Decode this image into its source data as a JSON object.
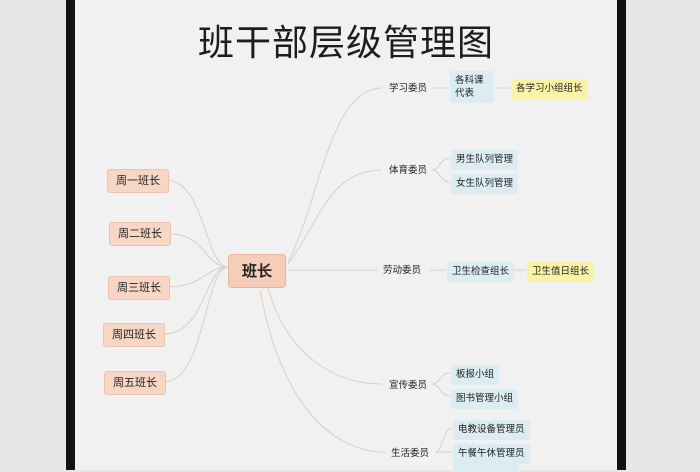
{
  "title": "班干部层级管理图",
  "center": "班长",
  "left_nodes": [
    "周一班长",
    "周二班长",
    "周三班长",
    "周四班长",
    "周五班长"
  ],
  "committees": [
    {
      "name": "学习委员",
      "children": [
        {
          "label": "各科课代表",
          "child": "各学习小组组长"
        }
      ]
    },
    {
      "name": "体育委员",
      "children": [
        {
          "label": "男生队列管理"
        },
        {
          "label": "女生队列管理"
        }
      ]
    },
    {
      "name": "劳动委员",
      "children": [
        {
          "label": "卫生检查组长",
          "child": "卫生值日组长"
        }
      ]
    },
    {
      "name": "宣传委员",
      "children": [
        {
          "label": "板报小组"
        },
        {
          "label": "图书管理小组"
        }
      ]
    },
    {
      "name": "生活委员",
      "children": [
        {
          "label": "电教设备管理员"
        },
        {
          "label": "午餐午休管理员"
        },
        {
          "label": ""
        }
      ]
    }
  ],
  "colors": {
    "center_fill": "#f6cdb8",
    "left_fill": "#f7d6c5",
    "level2_fill": "#dcecf3",
    "level3_fill": "#faf3a6",
    "connector": "#d9cfc9"
  }
}
